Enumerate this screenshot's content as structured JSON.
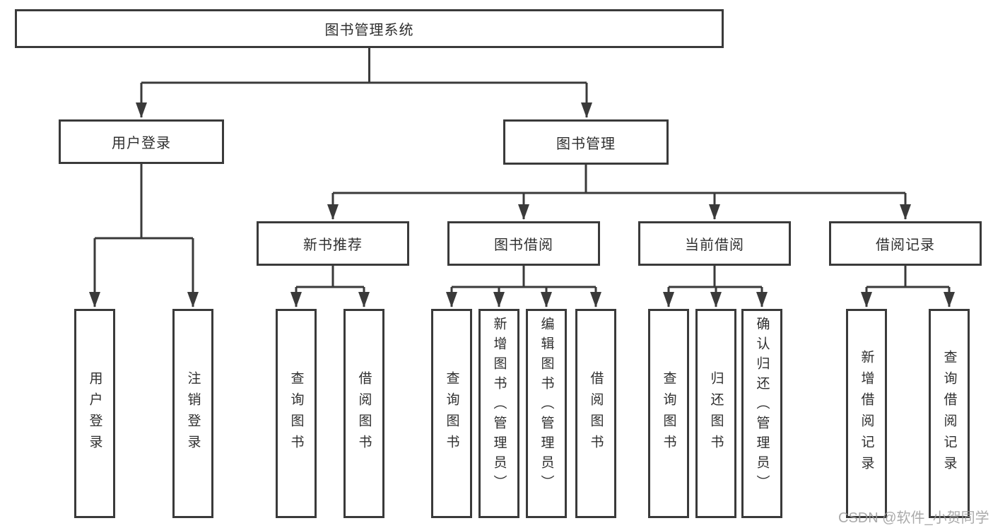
{
  "tree": {
    "label": "图书管理系统",
    "children": [
      {
        "label": "用户登录",
        "children": [
          {
            "label": "用户登录"
          },
          {
            "label": "注销登录"
          }
        ]
      },
      {
        "label": "图书管理",
        "children": [
          {
            "label": "新书推荐",
            "children": [
              {
                "label": "查询图书"
              },
              {
                "label": "借阅图书"
              }
            ]
          },
          {
            "label": "图书借阅",
            "children": [
              {
                "label": "查询图书"
              },
              {
                "label": "新增图书（管理员）"
              },
              {
                "label": "编辑图书（管理员）"
              },
              {
                "label": "借阅图书"
              }
            ]
          },
          {
            "label": "当前借阅",
            "children": [
              {
                "label": "查询图书"
              },
              {
                "label": "归还图书"
              },
              {
                "label": "确认归还（管理员）"
              }
            ]
          },
          {
            "label": "借阅记录",
            "children": [
              {
                "label": "新增借阅记录"
              },
              {
                "label": "查询借阅记录"
              }
            ]
          }
        ]
      }
    ]
  },
  "watermark": {
    "text": "CSDN @软件_小贺同学"
  },
  "colors": {
    "line": "#3a3a3a",
    "text": "#2f2f2f",
    "watermark": "#9c9c9c",
    "background": "#ffffff"
  }
}
